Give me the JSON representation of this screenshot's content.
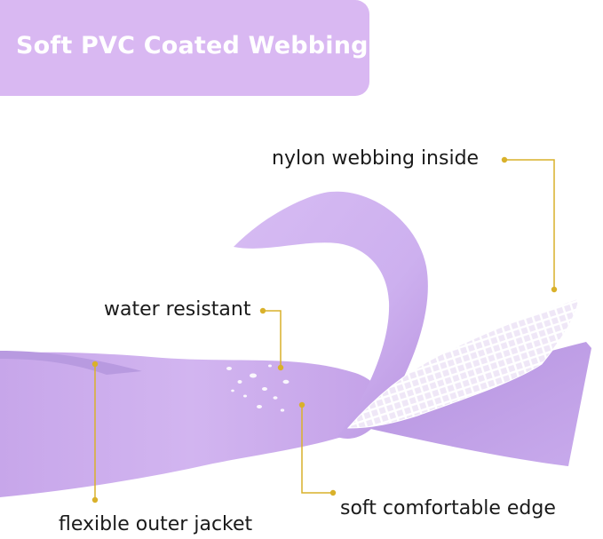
{
  "banner": {
    "title": "Soft PVC Coated Webbing"
  },
  "callouts": {
    "nylon": "nylon webbing inside",
    "water": "water resistant",
    "edge": "soft comfortable edge",
    "jacket": "flexible outer jacket"
  },
  "colors": {
    "banner": "#d9b8f2",
    "strap": "#c9aaec",
    "leader": "#d9b12a",
    "mesh": "#ffffff"
  }
}
